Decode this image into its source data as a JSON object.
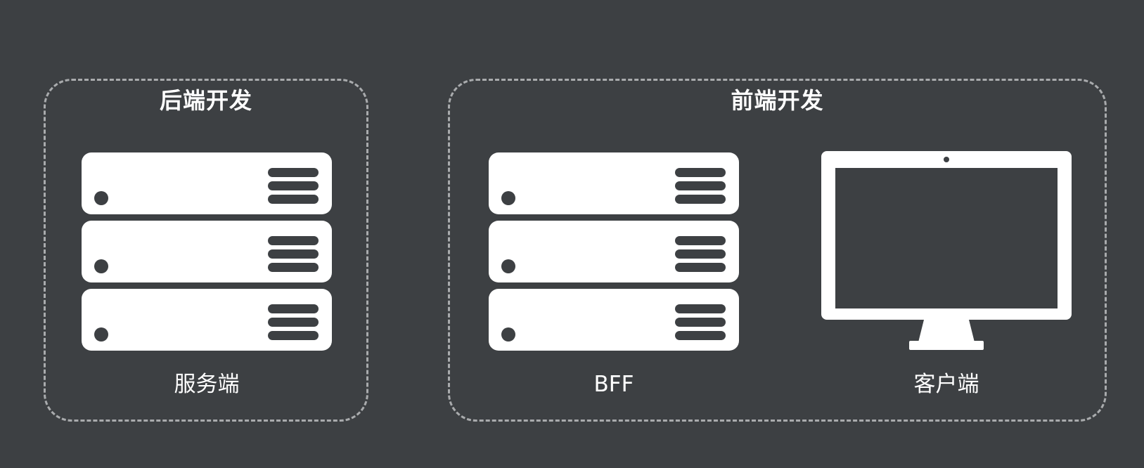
{
  "groups": {
    "backend": {
      "title": "后端开发"
    },
    "frontend": {
      "title": "前端开发"
    }
  },
  "nodes": {
    "server": {
      "label": "服务端",
      "icon": "server-stack-icon"
    },
    "bff": {
      "label": "BFF",
      "icon": "server-stack-icon"
    },
    "client": {
      "label": "客户端",
      "icon": "monitor-icon"
    }
  },
  "colors": {
    "background": "#3d4043",
    "foreground": "#ffffff",
    "dashed_border": "#a9abad"
  }
}
